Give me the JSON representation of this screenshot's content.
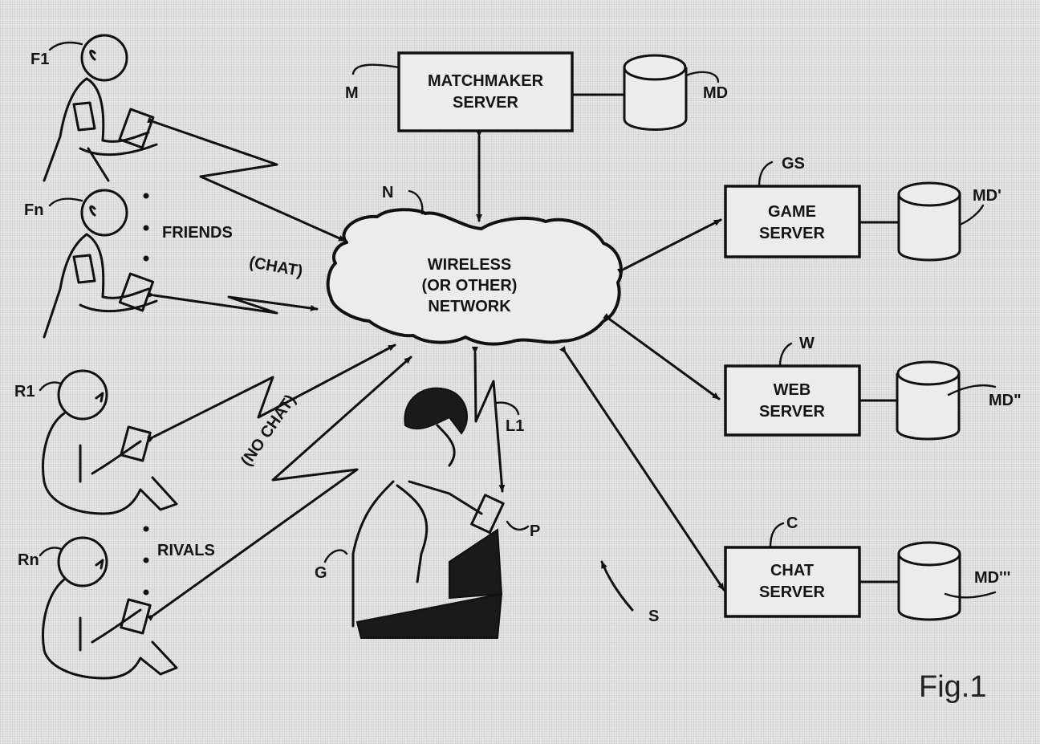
{
  "figure_label": "Fig.1",
  "colors": {
    "ink": "#111111",
    "paper": "#e6e6e6"
  },
  "network": {
    "ref": "N",
    "lines": [
      "WIRELESS",
      "(OR OTHER)",
      "NETWORK"
    ]
  },
  "servers": [
    {
      "id": "matchmaker",
      "ref": "M",
      "lines": [
        "MATCHMAKER",
        "SERVER"
      ],
      "db_ref": "MD"
    },
    {
      "id": "game",
      "ref": "GS",
      "lines": [
        "GAME",
        "SERVER"
      ],
      "db_ref": "MD'"
    },
    {
      "id": "web",
      "ref": "W",
      "lines": [
        "WEB",
        "SERVER"
      ],
      "db_ref": "MD\""
    },
    {
      "id": "chat",
      "ref": "C",
      "lines": [
        "CHAT",
        "SERVER"
      ],
      "db_ref": "MD'''"
    }
  ],
  "players": {
    "friends": {
      "group_label": "FRIENDS",
      "first_ref": "F1",
      "last_ref": "Fn",
      "link_label": "(CHAT)"
    },
    "rivals": {
      "group_label": "RIVALS",
      "first_ref": "R1",
      "last_ref": "Rn",
      "link_label": "(NO CHAT)"
    },
    "main_player": {
      "ref": "G",
      "device_ref": "P",
      "link_ref": "L1"
    }
  },
  "system_ref": "S"
}
